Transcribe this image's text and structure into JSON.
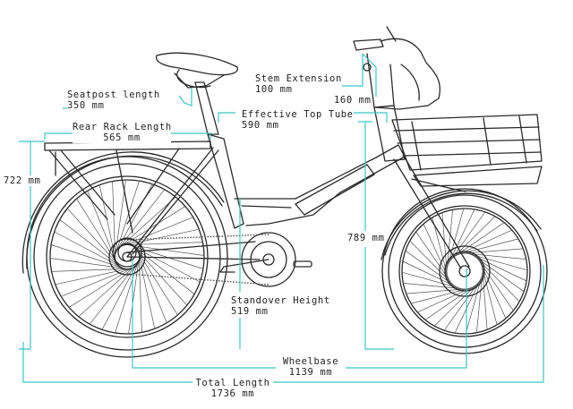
{
  "colors": {
    "dimension_line": "#3cc4c4",
    "line_art": "#2a2a2a",
    "background": "#ffffff"
  },
  "dimensions": {
    "seatpost": {
      "label": "Seatpost length",
      "value": "350 mm"
    },
    "rear_rack": {
      "label": "Rear Rack Length",
      "value": "565 mm"
    },
    "height": {
      "value": "722 mm"
    },
    "stem": {
      "label": "Stem Extension",
      "value": "100 mm"
    },
    "stem_angle": {
      "value": "160 mm"
    },
    "top_tube": {
      "label": "Effective Top Tube",
      "value": "590 mm"
    },
    "front_height": {
      "value": "789 mm"
    },
    "standover": {
      "label": "Standover Height",
      "value": "519 mm"
    },
    "wheelbase": {
      "label": "Wheelbase",
      "value": "1139 mm"
    },
    "total_length": {
      "label": "Total Length",
      "value": "1736 mm"
    }
  }
}
